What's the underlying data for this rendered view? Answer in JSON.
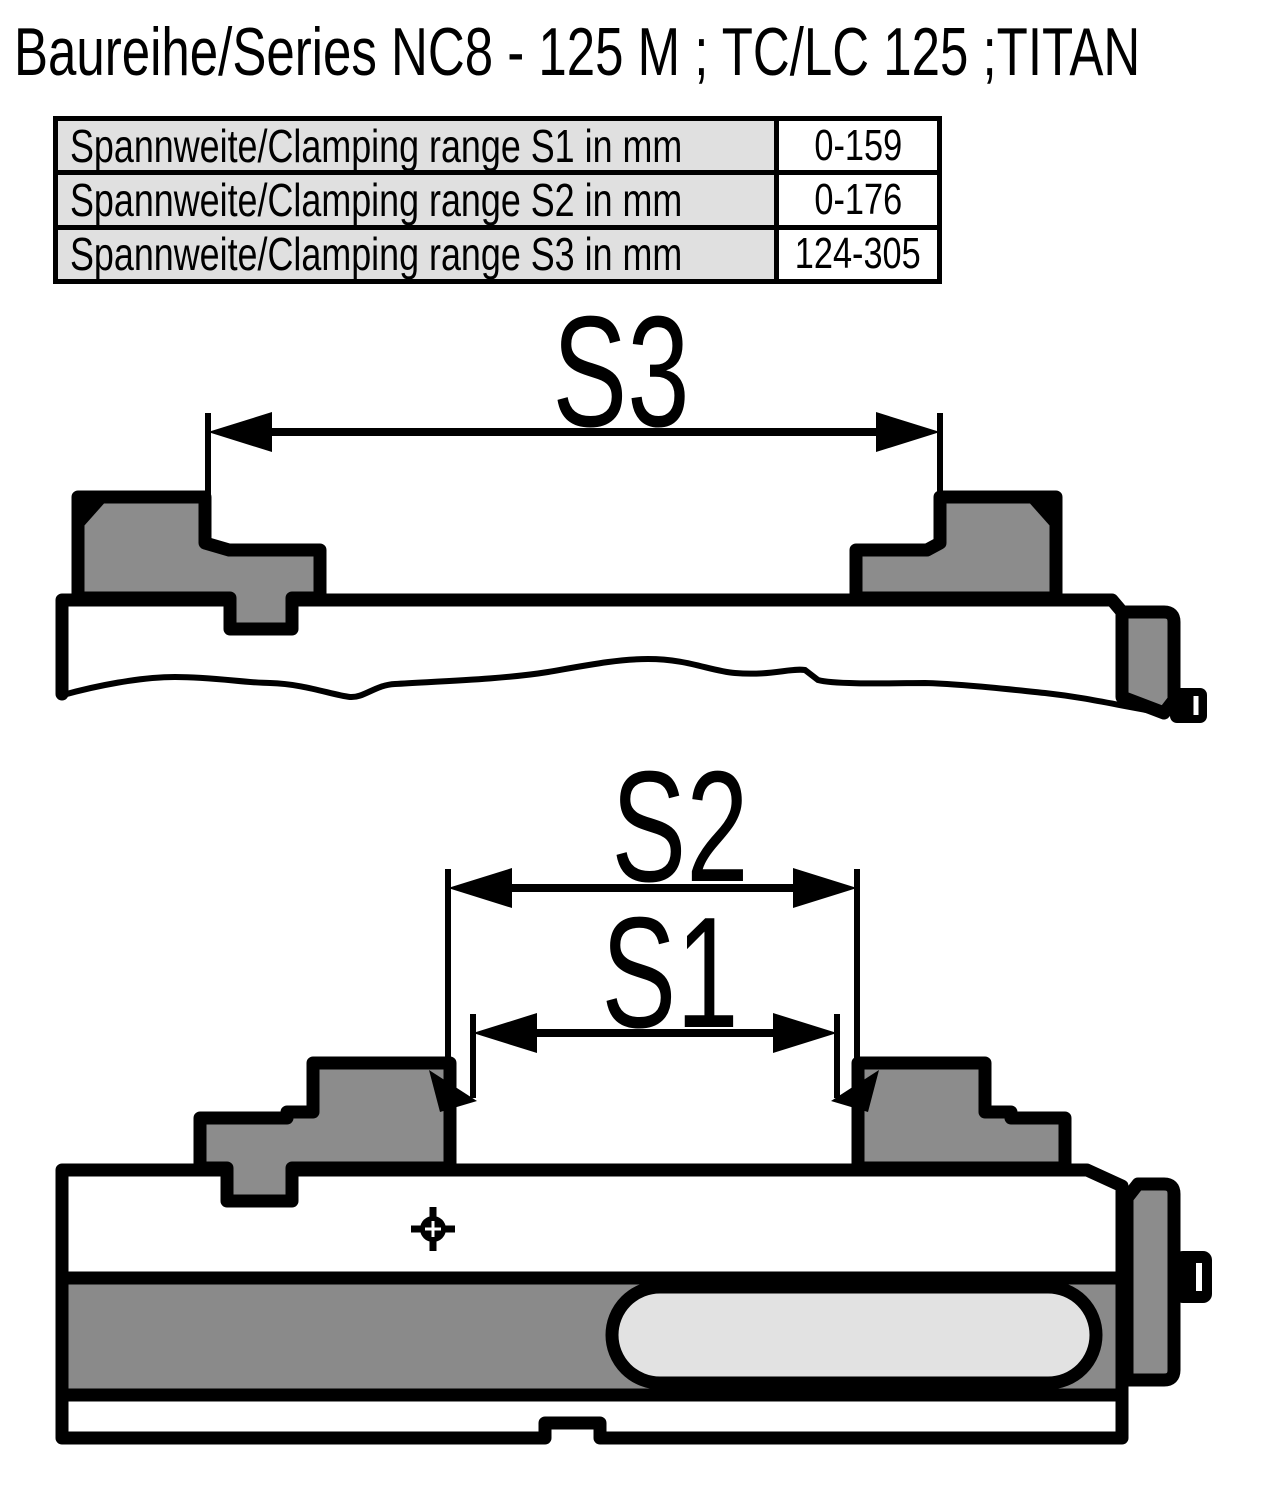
{
  "title": "Baureihe/Series NC8 - 125 M ; TC/LC 125 ;TITAN",
  "table": {
    "rows": [
      {
        "label": "Spannweite/Clamping range S1 in mm",
        "value": "0-159"
      },
      {
        "label": "Spannweite/Clamping range S2 in mm",
        "value": "0-176"
      },
      {
        "label": "Spannweite/Clamping range S3 in mm",
        "value": "124-305"
      }
    ]
  },
  "drawings": {
    "top_view": {
      "dimension_label": "S3"
    },
    "bottom_view": {
      "dimension_label_outer": "S2",
      "dimension_label_inner": "S1"
    }
  },
  "colors": {
    "jaw_gray": "#8c8c8c",
    "band_gray": "#8a8a8a",
    "slot_gray": "#e2e2e2",
    "table_label_bg": "#e0e0e0",
    "line_black": "#000000"
  }
}
